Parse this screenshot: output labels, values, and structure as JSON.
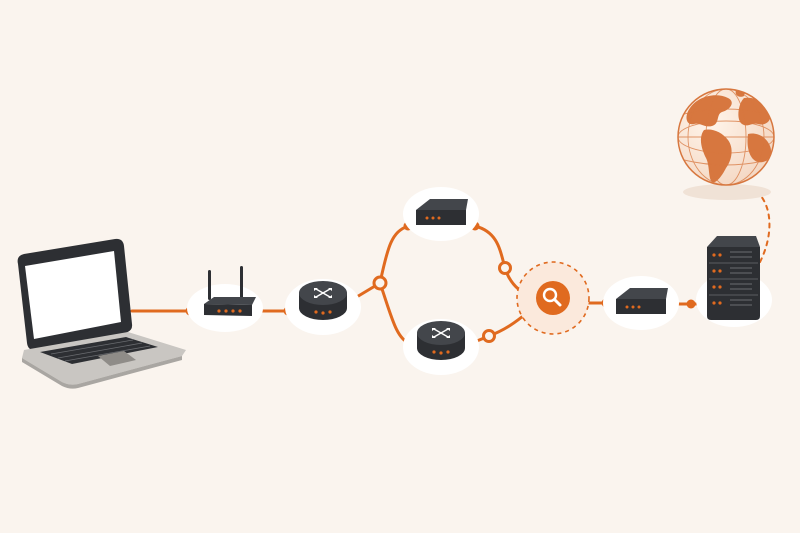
{
  "diagram": {
    "nodes": [
      {
        "id": "laptop",
        "icon": "laptop-icon"
      },
      {
        "id": "wifi",
        "icon": "wifi-router-icon"
      },
      {
        "id": "router1",
        "icon": "router-icon"
      },
      {
        "id": "switch-top",
        "icon": "network-switch-icon"
      },
      {
        "id": "router2",
        "icon": "router-icon"
      },
      {
        "id": "inspect",
        "icon": "magnifier-icon"
      },
      {
        "id": "switch-right",
        "icon": "network-switch-icon"
      },
      {
        "id": "server",
        "icon": "server-rack-icon"
      },
      {
        "id": "globe",
        "icon": "globe-icon"
      }
    ],
    "links": [
      {
        "from": "laptop",
        "to": "wifi"
      },
      {
        "from": "wifi",
        "to": "router1"
      },
      {
        "from": "router1",
        "to": "switch-top"
      },
      {
        "from": "router1",
        "to": "router2"
      },
      {
        "from": "switch-top",
        "to": "inspect"
      },
      {
        "from": "router2",
        "to": "inspect"
      },
      {
        "from": "inspect",
        "to": "switch-right"
      },
      {
        "from": "switch-right",
        "to": "server"
      },
      {
        "from": "server",
        "to": "globe",
        "style": "dashed"
      }
    ]
  },
  "colors": {
    "background": "#faf4ee",
    "accent": "#e06a1f",
    "device": "#2d2f33",
    "device_light": "#43464b",
    "badge": "#ffffff",
    "globe": "#d7773f"
  }
}
